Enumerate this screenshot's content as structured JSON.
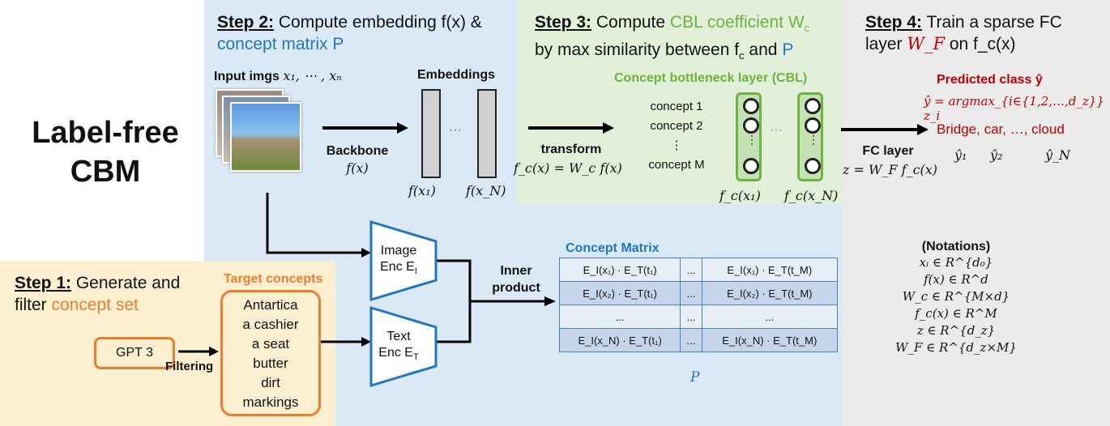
{
  "title": "Label-free CBM",
  "title_line1": "Label-free",
  "title_line2": "CBM",
  "colors": {
    "step1_bg": "#fdf0d0",
    "step2_bg": "#dbe8f5",
    "step3_bg": "#e2efd9",
    "step4_bg": "#ebebeb",
    "blue": "#1f77c4",
    "green": "#6db33f",
    "orange": "#ed7d31",
    "red": "#c00000"
  },
  "step1": {
    "label": "Step 1:",
    "text1": " Generate and",
    "text2": "filter ",
    "text2_colored": "concept set",
    "gpt": "GPT 3",
    "filtering": "Filtering",
    "target_concepts_title": "Target concepts",
    "target_concepts": [
      "Antartica",
      "a cashier",
      "a seat",
      "butter",
      "dirt",
      "markings"
    ]
  },
  "step2": {
    "label": "Step 2:",
    "text1": " Compute embedding f(x) &",
    "text2": "concept matrix P",
    "input_imgs": "Input imgs ",
    "input_vars": "x₁, ⋯ , xₙ",
    "embeddings": "Embeddings",
    "backbone": "Backbone",
    "backbone_fn": "f(x)",
    "emb1": "f(x₁)",
    "embN": "f(x_N)",
    "dots": "···",
    "image_enc_l1": "Image",
    "image_enc_l2": "Enc E",
    "image_enc_sub": "I",
    "text_enc_l1": "Text",
    "text_enc_l2": "Enc E",
    "text_enc_sub": "T",
    "inner_product_l1": "Inner",
    "inner_product_l2": "product"
  },
  "concept_matrix": {
    "title": "Concept Matrix",
    "symbol": "P",
    "rows": [
      [
        "E_I(x₁) · E_T(t₁)",
        "...",
        "E_I(x₁) · E_T(t_M)"
      ],
      [
        "E_I(x₂) · E_T(t₁)",
        "...",
        "E_I(x₂) · E_T(t_M)"
      ],
      [
        "...",
        "...",
        "..."
      ],
      [
        "E_I(x_N) · E_T(t₁)",
        "...",
        "E_I(x_N) · E_T(t_M)"
      ]
    ]
  },
  "step3": {
    "label": "Step 3:",
    "text1": " Compute ",
    "text1_colored": "CBL coefficient W",
    "text1_sub": "c",
    "text2": "by max similarity between f",
    "text2_sub": "c",
    "text2_mid": " and ",
    "text2_colored": "P",
    "cbl_title": "Concept bottleneck layer (CBL)",
    "concepts": [
      "concept 1",
      "concept 2",
      "⋮",
      "concept M"
    ],
    "transform": "transform",
    "transform_eq": "f_c(x) = W_c f(x)",
    "cbl1": "f_c(x₁)",
    "cblN": "f_c(x_N)",
    "dots": "···"
  },
  "step4": {
    "label": "Step 4:",
    "text1": " Train a sparse FC",
    "text2": "layer ",
    "text2_colored": "W_F",
    "text2_end": " on f_c(x)",
    "predicted_title": "Predicted class ŷ",
    "predicted_eq": "ŷ = argmax_{i∈{1,2,…,d_z}} z_i",
    "classes": "Bridge, car, …, cloud",
    "yhats": [
      "ŷ₁",
      "ŷ₂",
      "ŷ_N"
    ],
    "fc_layer": "FC layer",
    "fc_eq": "z = W_F f_c(x)"
  },
  "notations": {
    "title": "(Notations)",
    "items": [
      "xᵢ ∈ R^{d₀}",
      "f(x) ∈ R^d",
      "W_c ∈ R^{M×d}",
      "f_c(x) ∈ R^M",
      "z ∈ R^{d_z}",
      "W_F ∈ R^{d_z×M}"
    ]
  }
}
